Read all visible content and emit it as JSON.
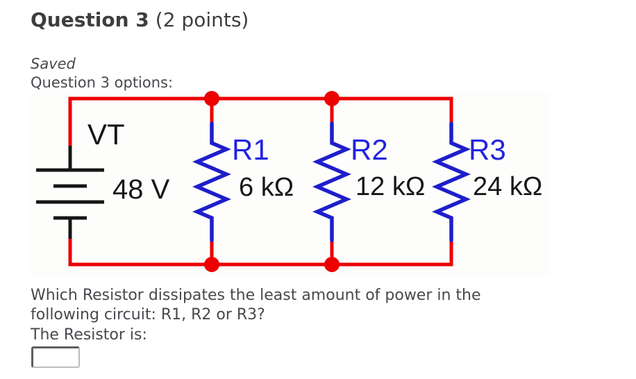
{
  "header": {
    "title": "Question 3",
    "points": "(2 points)"
  },
  "status": {
    "saved": "Saved",
    "options_label": "Question 3 options:"
  },
  "circuit": {
    "topology": "voltage source with three parallel resistors",
    "source": {
      "name": "VT",
      "value": "48 V"
    },
    "resistors": [
      {
        "name": "R1",
        "value": "6 kΩ"
      },
      {
        "name": "R2",
        "value": "12 kΩ"
      },
      {
        "name": "R3",
        "value": "24 kΩ"
      }
    ],
    "colors": {
      "wire": "#ec0000",
      "resistor_body": "#1e1ecb",
      "resistor_label": "#2424e0",
      "source_label": "#161616"
    }
  },
  "question": {
    "line1": "Which Resistor dissipates the least amount of power in the",
    "line2": "following circuit: R1, R2 or R3?",
    "prompt": "The Resistor is:",
    "answer_value": ""
  }
}
